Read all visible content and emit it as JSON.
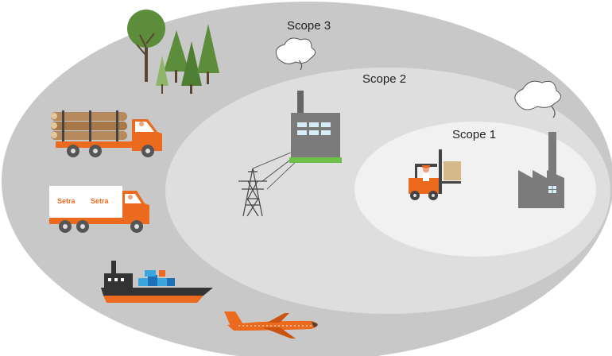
{
  "diagram": {
    "scopes": [
      {
        "id": "scope3",
        "label": "Scope 3"
      },
      {
        "id": "scope2",
        "label": "Scope 2"
      },
      {
        "id": "scope1",
        "label": "Scope 1"
      }
    ],
    "truck_brand_label": "Setra"
  },
  "colors": {
    "scope3_fill": "#c8c8c8",
    "scope2_fill": "#dedede",
    "scope1_fill": "#f1f1f1",
    "accent_orange": "#ec6a1e",
    "factory_gray": "#7b7b7b",
    "tree_green": "#5c8d3b",
    "ship_blue": "#3aa6dd",
    "grass_green": "#6fbf4b"
  },
  "icons": [
    "forest-icon",
    "log-truck-icon",
    "cargo-truck-icon",
    "cargo-ship-icon",
    "airplane-icon",
    "power-pylon-icon",
    "power-plant-icon",
    "forklift-icon",
    "factory-icon"
  ]
}
